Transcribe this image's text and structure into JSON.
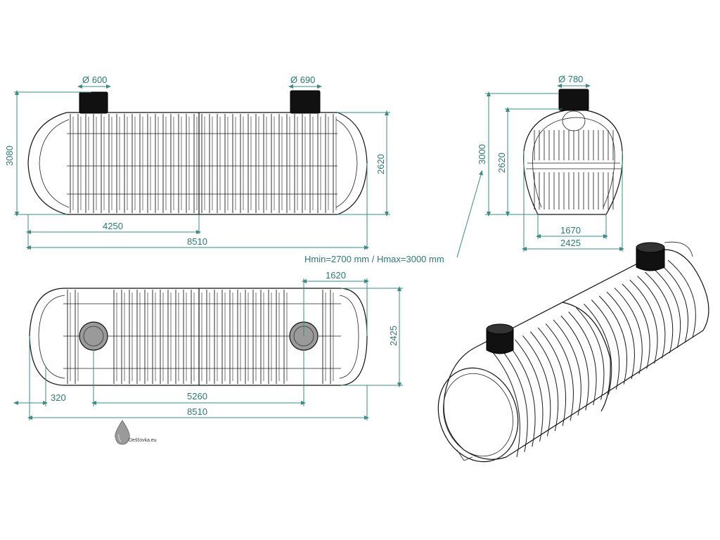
{
  "side_view": {
    "nozzle_left": "Ø 600",
    "nozzle_right": "Ø 690",
    "height_total": "3080",
    "height_body": "2620",
    "length_half": "4250",
    "length_total": "8510"
  },
  "end_view": {
    "nozzle": "Ø 780",
    "height_total": "3000",
    "height_body": "2620",
    "width_base": "1670",
    "width_total": "2425"
  },
  "install_note": "Hmin=2700 mm / Hmax=3000 mm",
  "top_view": {
    "width_end": "1620",
    "width": "2425",
    "offset_left": "320",
    "nozzle_spacing": "5260",
    "length_total": "8510"
  },
  "logo": {
    "text": "Dešťovka.eu",
    "icon": "water-drop-icon"
  },
  "colors": {
    "dimension": "#2a7a76",
    "ink": "#111111"
  }
}
